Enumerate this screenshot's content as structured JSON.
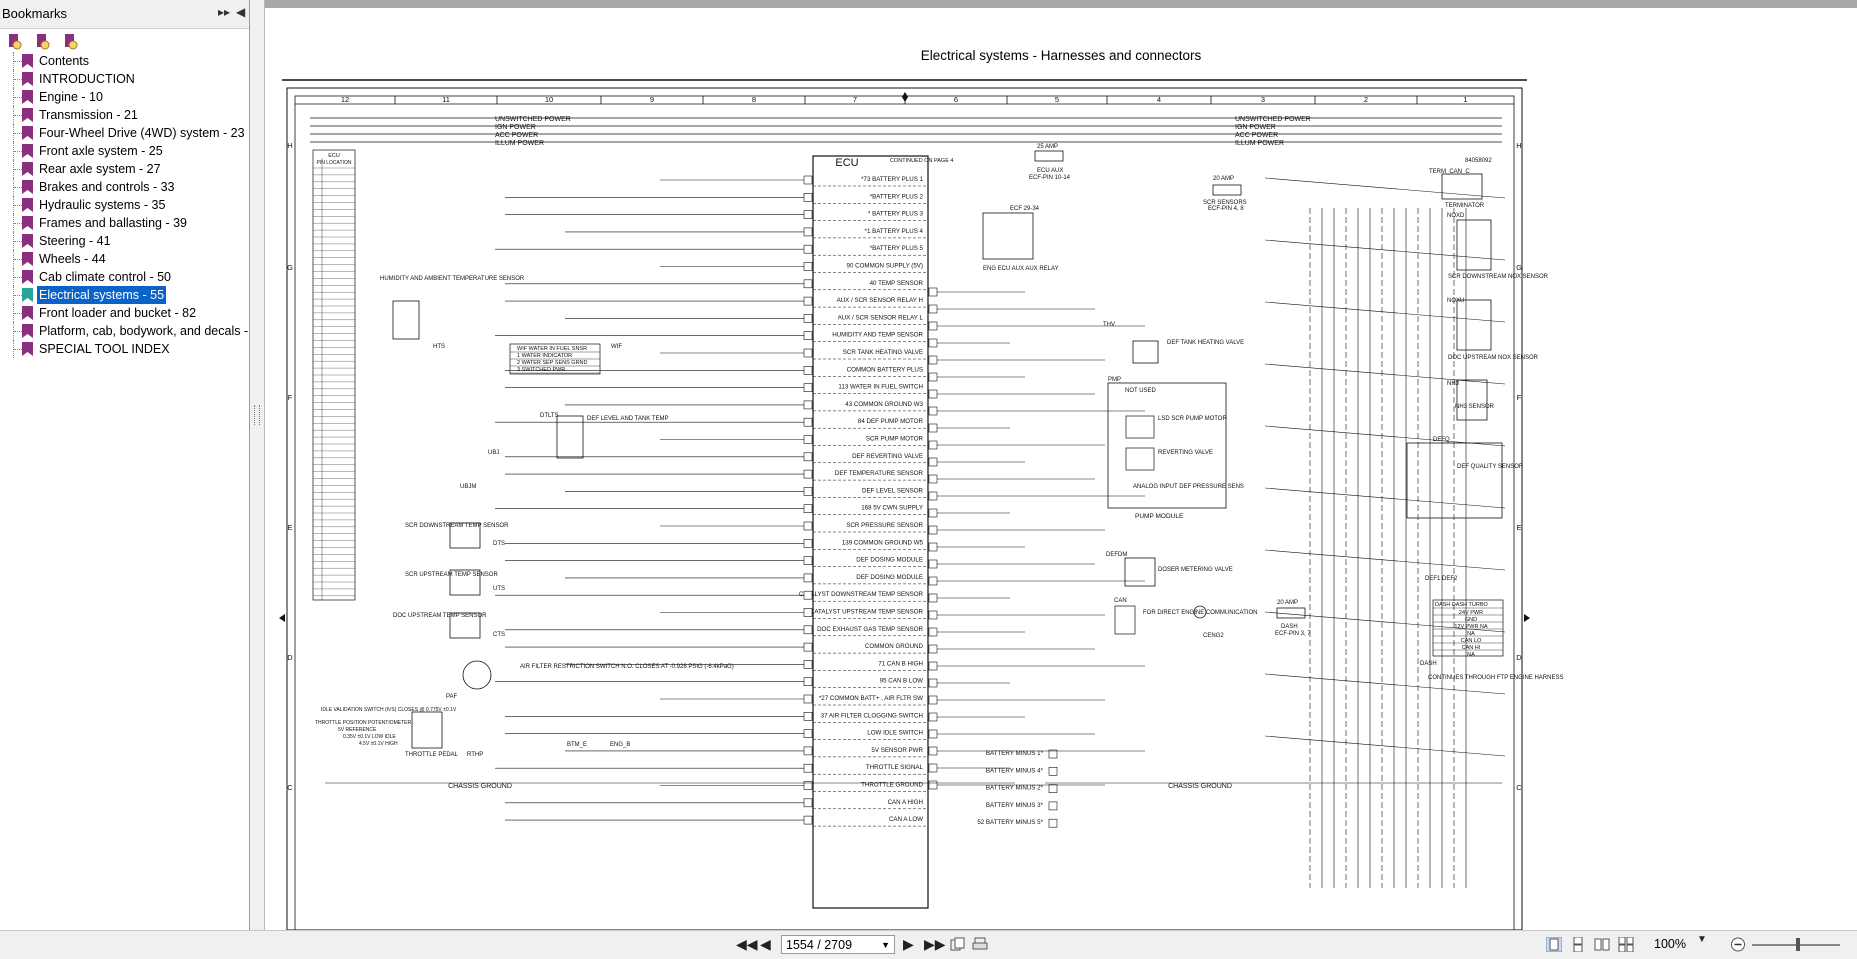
{
  "sidebar": {
    "title": "Bookmarks",
    "items": [
      {
        "label": "Contents"
      },
      {
        "label": "INTRODUCTION"
      },
      {
        "label": "Engine - 10"
      },
      {
        "label": "Transmission - 21"
      },
      {
        "label": "Four-Wheel Drive (4WD) system - 23"
      },
      {
        "label": "Front axle system - 25"
      },
      {
        "label": "Rear axle system - 27"
      },
      {
        "label": "Brakes and controls - 33"
      },
      {
        "label": "Hydraulic systems - 35"
      },
      {
        "label": "Frames and ballasting - 39"
      },
      {
        "label": "Steering - 41"
      },
      {
        "label": "Wheels - 44"
      },
      {
        "label": "Cab climate control - 50"
      },
      {
        "label": "Electrical systems - 55",
        "selected": true
      },
      {
        "label": "Front loader and bucket - 82"
      },
      {
        "label": "Platform, cab, bodywork, and decals -"
      },
      {
        "label": "SPECIAL TOOL INDEX"
      }
    ]
  },
  "page": {
    "title": "Electrical systems - Harnesses and connectors"
  },
  "diagram": {
    "col_numbers": [
      "12",
      "11",
      "10",
      "9",
      "8",
      "7",
      "6",
      "5",
      "4",
      "3",
      "2",
      "1"
    ],
    "row_letters": [
      "H",
      "G",
      "F",
      "E",
      "D",
      "C"
    ],
    "power_labels": [
      "UNSWITCHED POWER",
      "IGN POWER",
      "ACC POWER",
      "ILLUM POWER"
    ],
    "ecu_title": "ECU",
    "ecu_continued": "CONTINUED ON PAGE 4",
    "ecu_pins_left": [
      "*73 BATTERY PLUS 1",
      "*BATTERY PLUS 2",
      "* BATTERY PLUS 3",
      "*1 BATTERY PLUS 4",
      "*BATTERY PLUS 5",
      "90 COMMON SUPPLY (5V)",
      "40 TEMP SENSOR",
      "AUX / SCR SENSOR RELAY H",
      "AUX / SCR SENSOR RELAY L",
      "HUMIDITY AND TEMP SENSOR",
      "SCR TANK HEATING VALVE",
      "COMMON BATTERY PLUS",
      "113 WATER IN FUEL SWITCH",
      "43 COMMON GROUND W3",
      "84 DEF PUMP MOTOR",
      "SCR PUMP MOTOR",
      "DEF REVERTING VALVE",
      "DEF TEMPERATURE SENSOR",
      "DEF LEVEL SENSOR",
      "168 5V CWN SUPPLY",
      "SCR PRESSURE SENSOR",
      "139 COMMON GROUND W5",
      "DEF DOSING MODULE",
      "DEF DOSING MODULE",
      "CATALYST DOWNSTREAM TEMP SENSOR",
      "CATALYST UPSTREAM TEMP SENSOR",
      "DOC EXHAUST GAS TEMP SENSOR",
      "COMMON GROUND",
      "71 CAN B HIGH",
      "95 CAN B LOW",
      "*27 COMMON BATT+ , AIR FLTR SW",
      "37 AIR FILTER CLOGGING SWITCH",
      "LOW IDLE SWITCH",
      "5V SENSOR PWR",
      "THROTTLE SIGNAL",
      "THROTTLE GROUND",
      "CAN A HIGH",
      "CAN A LOW"
    ],
    "ecu_pins_right": [
      "BATTERY MINUS 1*",
      "BATTERY MINUS 4*",
      "BATTERY MINUS 2*",
      "BATTERY MINUS 3*",
      "52 BATTERY MINUS 5*"
    ],
    "components": {
      "humidity": "HUMIDITY AND AMBIENT TEMPERATURE SENSOR",
      "hts": "HTS",
      "wif_table": [
        "WIF WATER IN FUEL SNSR",
        "1 WATER INDICATOR",
        "2 WATER SEP SENS GRND",
        "3 SWITCHED PWR"
      ],
      "wif": "WIF",
      "def_level": "DEF LEVEL AND TANK TEMP",
      "dtlts": "DTLTS",
      "ubj": "UBJ",
      "ubjm": "UBJM",
      "scr_down": "SCR DOWNSTREAM TEMP SENSOR",
      "scr_up": "SCR UPSTREAM TEMP SENSOR",
      "doc_up": "DOC UPSTREAM TEMP SENSOR",
      "dts": "DTS",
      "uts": "UTS",
      "cts": "CTS",
      "air_filter": "AIR FILTER RESTRICTION SWITCH N.O. CLOSES AT -0.928 PSIG (-6.4kPaG)",
      "paf": "PAF",
      "throttle": "THROTTLE PEDAL",
      "rthp": "RTHP",
      "btm": "BTM_E",
      "eng_b": "ENG_B",
      "idle_switch": "IDLE VALIDATION SWITCH (IVS) CLOSES @ 0.775V ±0.1V",
      "throttle_pot": "THROTTLE POSITION POTENTIOMETER",
      "ref5": "5V REFERENCE",
      "v_range": "0.35V ±0.1V LOW IDLE",
      "v_range2": "4.5V ±0.1V HIGH",
      "ecu_aux": "ECU AUX",
      "ecf_pin": "ECF-PIN 10-14",
      "amp25": "25 AMP",
      "ecf_label": "ECF 29-34",
      "eng_ecu": "ENG ECU AUX AUX RELAY",
      "scr_sensors": "SCR SENSORS",
      "ecf_pin48": "ECF-PIN 4, 8",
      "amp20": "20 AMP",
      "thv": "THV",
      "def_tank": "DEF TANK HEATING VALVE",
      "pmp": "PMP",
      "not_used": "NOT USED",
      "lsd": "LSD SCR PUMP MOTOR",
      "reverting": "REVERTING VALVE",
      "analog": "ANALOG INPUT DEF PRESSURE SENS",
      "pump_module": "PUMP MODULE",
      "defdm": "DEFDM",
      "doser": "DOSER METERING VALVE",
      "can": "CAN",
      "for_direct": "FOR DIRECT ENGINE COMMUNICATION",
      "terminator": "TERMINATOR",
      "term_can": "TERM_CAN_C",
      "part_no": "84058092",
      "noxd": "NOXD",
      "scr_nox": "SCR DOWNSTREAM NOX SENSOR",
      "noxu": "NOXU",
      "doc_nox": "DOC UPSTREAM NOX SENSOR",
      "nh3": "NH3",
      "nh3s": "NH3 SENSOR",
      "defq": "DEFQ",
      "def_quality": "DEF QUALITY SENSOR",
      "def1def2": "DEF1 DEF2",
      "dash": "DASH",
      "ecf_dash": "ECF-PIN 3, 7",
      "amp20b": "20 AMP",
      "dash_turbo": "DASH DASH TURBO",
      "dash_pins": [
        "24V PWR",
        "GND",
        "12V PWR NA",
        "NA",
        "CAN LO",
        "CAN HI",
        "NA"
      ],
      "continues": "CONTINUES THROUGH FTP ENGINE HARNESS",
      "chassis_ground": "CHASSIS GROUND",
      "ceng2": "CENG2",
      "ecu_table_title": "ECU",
      "ecu_table_cols": "PIN LOCATION"
    }
  },
  "toolbar": {
    "page_indicator": "1554 / 2709",
    "zoom": "100%"
  }
}
